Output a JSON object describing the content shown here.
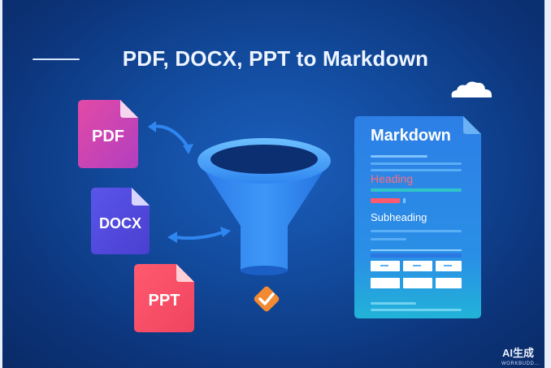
{
  "title": "PDF, DOCX, PPT to Markdown",
  "files": {
    "pdf": "PDF",
    "docx": "DOCX",
    "ppt": "PPT"
  },
  "markdown_doc": {
    "title": "Markdown",
    "heading": "Heading",
    "subheading": "Subheading"
  },
  "watermark": {
    "main": "AI生成",
    "sub": "WORKBUDD..."
  },
  "colors": {
    "pdf": "#d83fa4",
    "docx": "#5a4fe0",
    "ppt": "#f24a67",
    "funnel": "#2f86f0",
    "check": "#f28a32",
    "heading_red": "#ff6e7a"
  },
  "icons": [
    "cloud-icon",
    "swap-arrow-icon",
    "swap-arrow-icon",
    "funnel-icon",
    "checkmark-icon",
    "file-icon"
  ]
}
